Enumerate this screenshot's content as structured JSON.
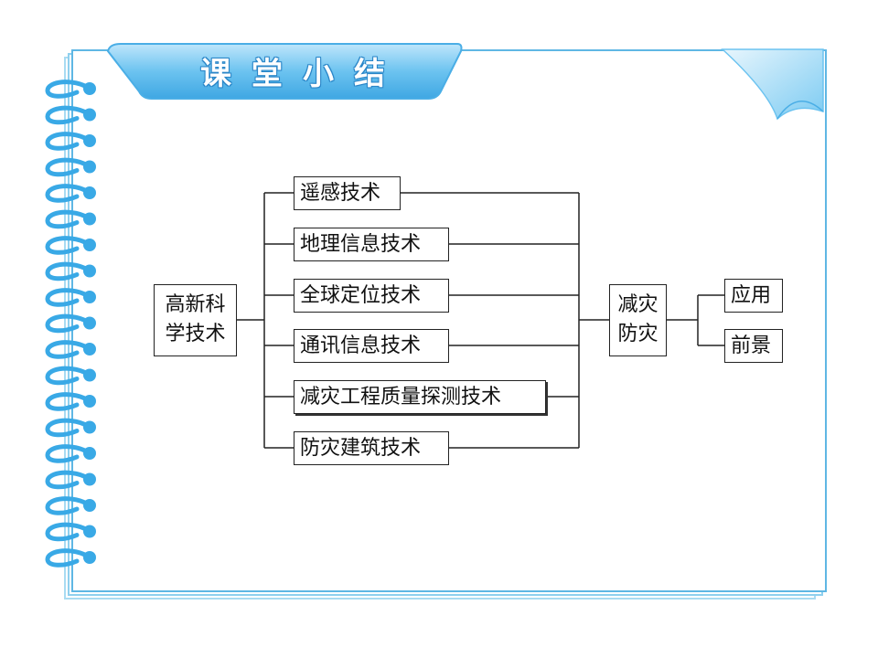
{
  "header": {
    "title": "课堂小结"
  },
  "diagram": {
    "root": {
      "label_line1": "高新科",
      "label_line2": "学技术"
    },
    "technologies": [
      "遥感技术",
      "地理信息技术",
      "全球定位技术",
      "通讯信息技术",
      "减灾工程质量探测技术",
      "防灾建筑技术"
    ],
    "target": {
      "label_line1": "减灾",
      "label_line2": "防灾"
    },
    "outcomes": [
      "应用",
      "前景"
    ]
  },
  "colors": {
    "ring": "#39a9e6",
    "border": "#5fb7e4",
    "title_tab": "#5ab8ec"
  }
}
